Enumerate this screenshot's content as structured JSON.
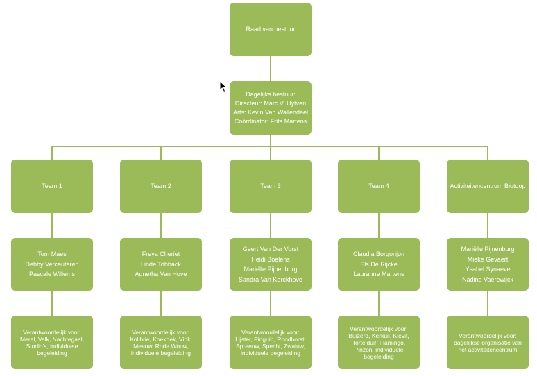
{
  "board": {
    "title": "Raad van bestuur"
  },
  "daily": {
    "lines": [
      "Dagelijks bestuur:",
      "Directeur: Marc V. Uytven",
      "Arts: Kevin Van Wallendael",
      "Coördinator: Frits Martens"
    ]
  },
  "teams": [
    {
      "title": "Team 1",
      "members": [
        "Tom Maes",
        "Debby Vercauteren",
        "Pascale Willems"
      ],
      "responsible": [
        "Verantwoordelijk voor:",
        "Merel, Valk, Nachtegaal,",
        "Studio's, individuele",
        "begeleiding"
      ]
    },
    {
      "title": "Team 2",
      "members": [
        "Freya Cheriet",
        "Linde Tobback",
        "Agnetha Van Hove"
      ],
      "responsible": [
        "Verantwoordelijk voor:",
        "Kolibrie, Koekoek, Vink,",
        "Meeuw, Rode Wouw,",
        "individuele begeleiding"
      ]
    },
    {
      "title": "Team 3",
      "members": [
        "Geert Van Der Vurst",
        "Heidi Boelens",
        "Mariëlle Pijnenburg",
        "Sandra Van Kerckhove"
      ],
      "responsible": [
        "Verantwoordelijk voor:",
        "Lijster,  Pinguin, Roodborst,",
        "Spreeuw, Specht, Zwaluw,",
        "individuele begeleiding"
      ]
    },
    {
      "title": "Team 4",
      "members": [
        "Claudia Borgonjon",
        "Els De Rijcke",
        "Lauranne Martens"
      ],
      "responsible": [
        "Verantwoordelijk voor:",
        "Buizerd, Kerkuil, Kievit,",
        "Tortelduif, Flamingo,",
        "Pinzon, individuele",
        "begeleiding"
      ]
    },
    {
      "title": "Activiteitencentrum Biotoop",
      "members": [
        "Mariëlle Pijnenburg",
        "Mieke Gevaert",
        "Ysabel Synaeve",
        "Nadine Vaerewijck"
      ],
      "responsible": [
        "Verantwoordelijk voor:",
        "dagelijkse organisatie van",
        "het activiteitencentrum"
      ]
    }
  ]
}
